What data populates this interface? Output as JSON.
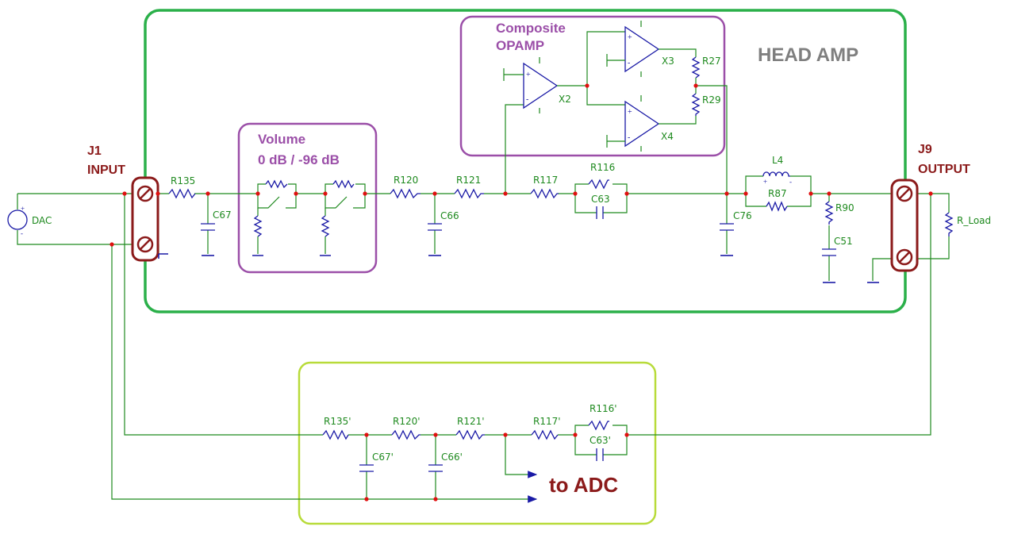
{
  "colors": {
    "wire": "#1f8a1f",
    "component": "#1a1aa6",
    "node": "#e01010",
    "headamp_box": "#2bb04a",
    "volume_box": "#9b4fa8",
    "opamp_box": "#9b4fa8",
    "adc_box": "#b8db3a",
    "connector": "#8b1a1a",
    "connector_text": "#8b1a1a"
  },
  "blocks": {
    "head_amp": "HEAD AMP",
    "volume_title": "Volume",
    "volume_range": "0 dB / -96 dB",
    "composite_line1": "Composite",
    "composite_line2": "OPAMP",
    "to_adc": "to ADC"
  },
  "connectors": {
    "j1_ref": "J1",
    "j1_name": "INPUT",
    "j9_ref": "J9",
    "j9_name": "OUTPUT"
  },
  "components": {
    "dac": "DAC",
    "r135": "R135",
    "c67": "C67",
    "r120": "R120",
    "c66": "C66",
    "r121": "R121",
    "r117": "R117",
    "r116": "R116",
    "c63": "C63",
    "x2": "X2",
    "x3": "X3",
    "x4": "X4",
    "r27": "R27",
    "r29": "R29",
    "c76": "C76",
    "l4": "L4",
    "r87": "R87",
    "r90": "R90",
    "c51": "C51",
    "r_load": "R_Load",
    "r135p": "R135'",
    "r120p": "R120'",
    "r121p": "R121'",
    "r117p": "R117'",
    "r116p": "R116'",
    "c63p": "C63'",
    "c67p": "C67'",
    "c66p": "C66'"
  }
}
